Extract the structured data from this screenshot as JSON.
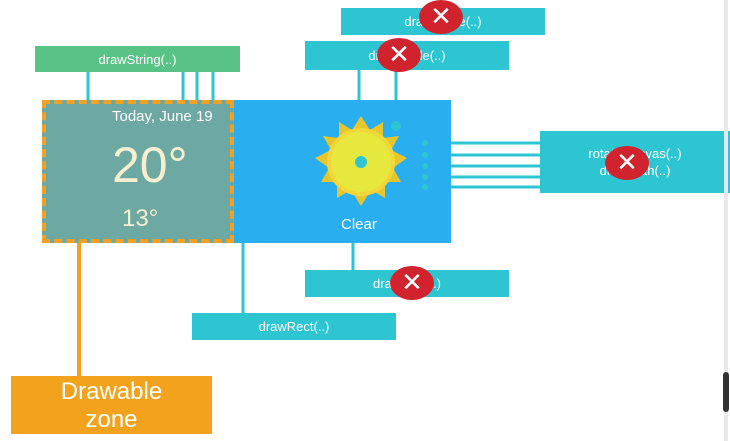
{
  "widget": {
    "date": "Today, June 19",
    "temp_high": "20°",
    "temp_low": "13°",
    "condition": "Clear",
    "icon": "sun-icon"
  },
  "callouts": {
    "draw_string": "drawString(..)",
    "draw_circle_top": "drawCircle(..)",
    "draw_circle_mid": "drawCircle(..)",
    "rotate_canvas": "rotateCanvas(..)",
    "draw_path": "drawPath(..)",
    "draw_text_bottom": "drawText(..)",
    "draw_rect": "drawRect(..)"
  },
  "zone_label": {
    "line1": "Drawable",
    "line2": "zone"
  },
  "colors": {
    "callout": "#2ec5d3",
    "callout_green": "#58c385",
    "widget_blue": "#29aef0",
    "drawable_fill": "#6ea8a2",
    "drawable_border": "#f2a124",
    "x_mark": "#d0232d"
  }
}
